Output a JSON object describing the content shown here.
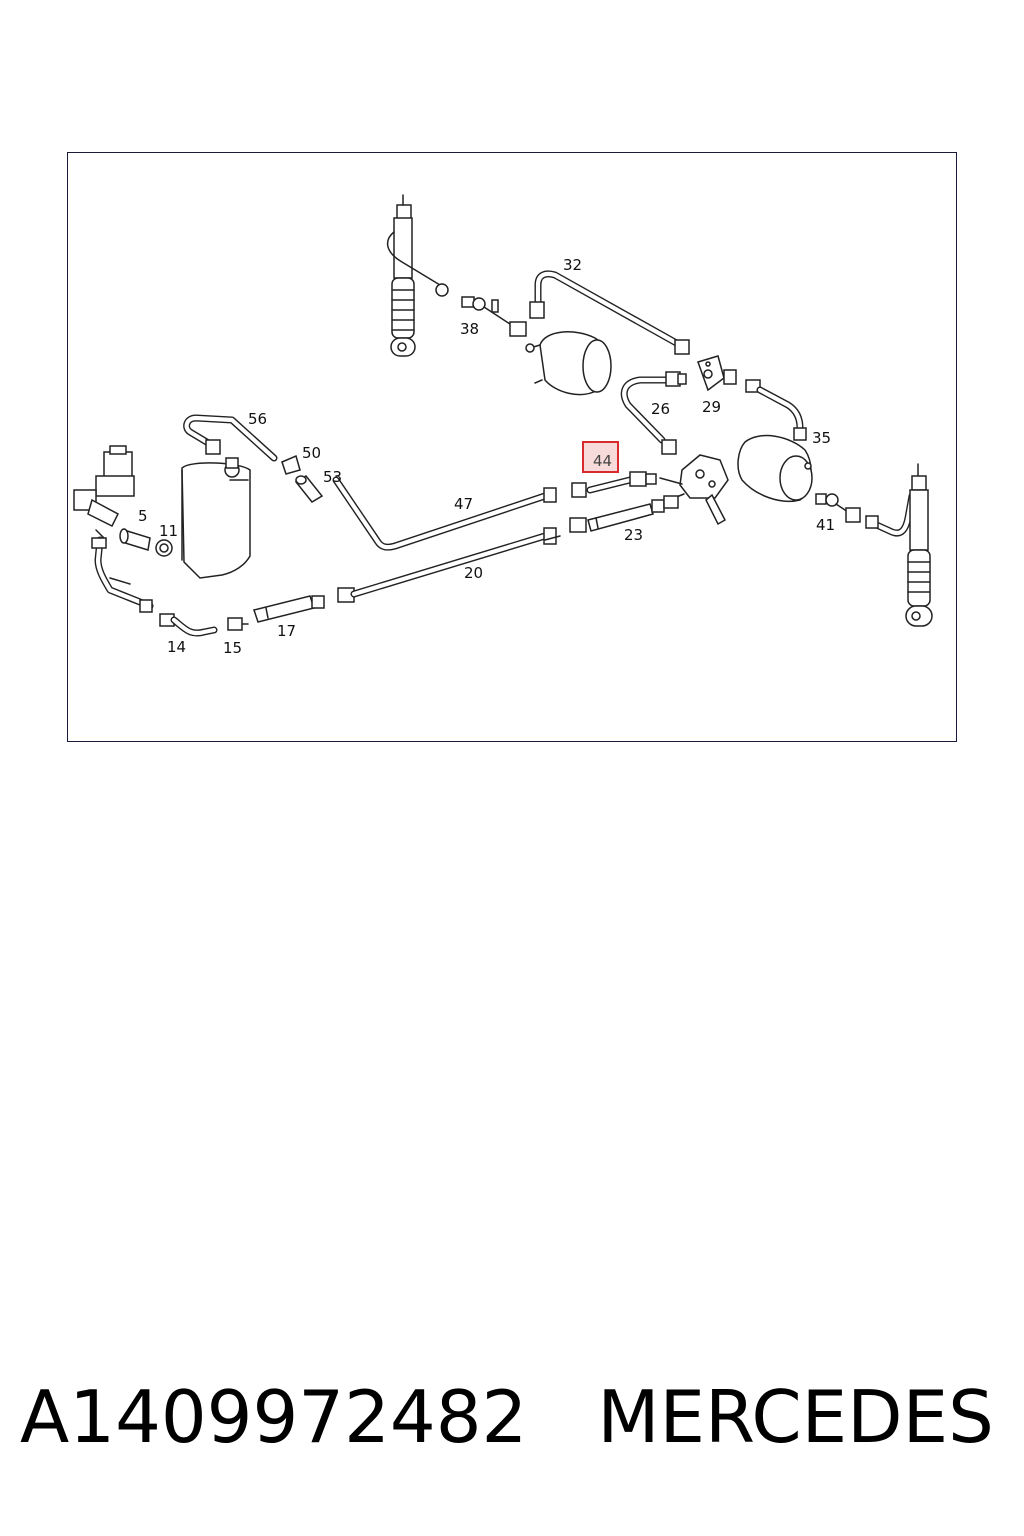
{
  "callouts": {
    "c5": "5",
    "c11": "11",
    "c14": "14",
    "c15": "15",
    "c17": "17",
    "c20": "20",
    "c23": "23",
    "c26": "26",
    "c29": "29",
    "c32": "32",
    "c35": "35",
    "c38": "38",
    "c41": "41",
    "c44": "44",
    "c47": "47",
    "c50": "50",
    "c53": "53",
    "c56": "56"
  },
  "highlighted_callout": "44",
  "colors": {
    "highlight_border": "#d92b2b",
    "highlight_fill": "#f7dada",
    "frame": "#1a1a3a"
  },
  "caption": {
    "part_number": "A1409972482",
    "brand": "MERCEDES"
  }
}
